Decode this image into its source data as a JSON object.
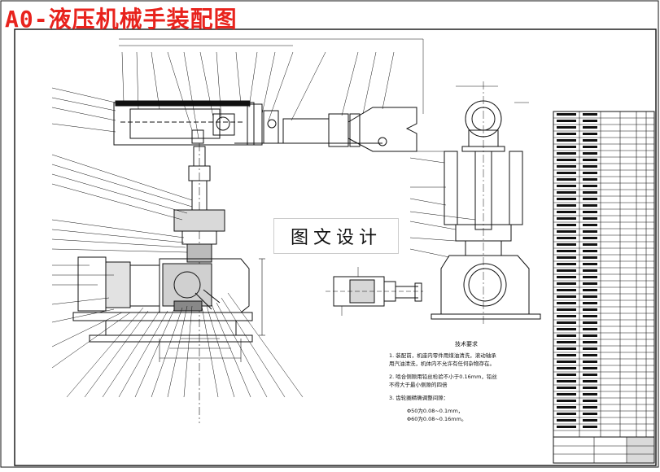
{
  "title": "A0-液压机械手装配图",
  "watermark": "图文设计",
  "tech_requirements": {
    "heading": "技术要求",
    "items": [
      "1. 装配前，机座内零件用煤油清洗，滚动轴承\n    用汽油清洗，机体内不允许有任何杂物存在。",
      "2. 啮合侧隙用铅丝检验不小于0.16mm，铅丝\n    不得大于最小侧隙的四倍",
      "3. 齿轮圈精确调整间隙："
    ],
    "sub_items": [
      "Φ50为0.08~0.1mm，",
      "Φ60为0.08~0.16mm。"
    ]
  },
  "colors": {
    "title": "#e8231d",
    "lines": "#111111",
    "border": "#111111"
  }
}
